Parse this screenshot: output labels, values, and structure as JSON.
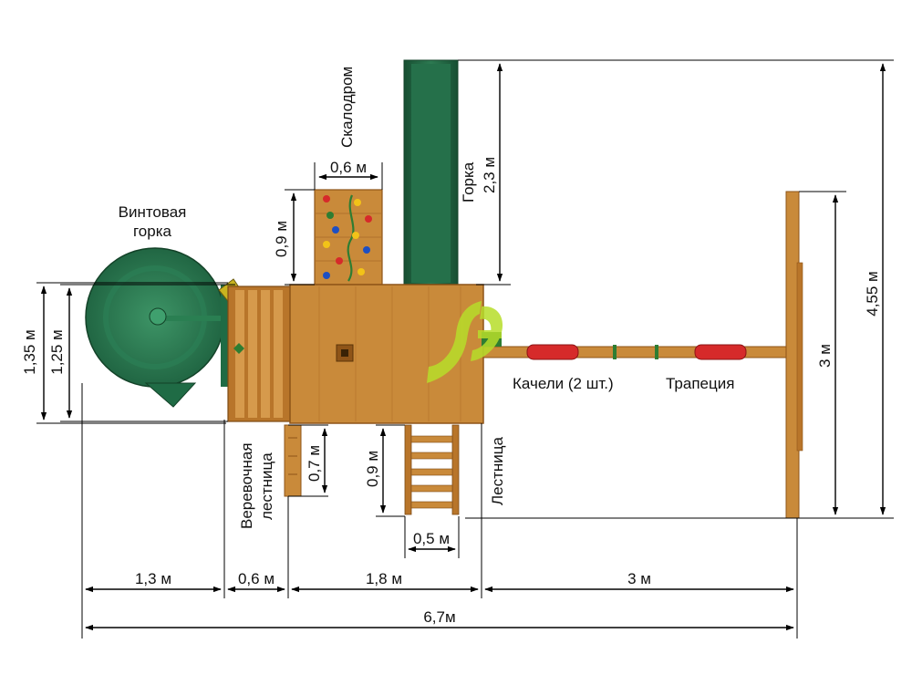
{
  "labels": {
    "spiral_slide": [
      "Винтовая",
      "горка"
    ],
    "climbing_wall": "Скалодром",
    "slide": "Горка",
    "swings": "Качели (2 шт.)",
    "trapeze": "Трапеция",
    "rope_ladder": [
      "Веревочная",
      "лестница"
    ],
    "ladder": "Лестница"
  },
  "dimensions": {
    "wall_width": "0,6 м",
    "wall_height": "0,9 м",
    "slide_length": "2,3 м",
    "spiral_outer": "1,35 м",
    "spiral_inner": "1,25 м",
    "rope_ladder_len": "0,7 м",
    "ladder_len": "0,9 м",
    "ladder_width": "0,5 м",
    "swing_height": "3 м",
    "total_height": "4,55 м",
    "seg_spiral": "1,3 м",
    "seg_rope": "0,6 м",
    "seg_platform": "1,8 м",
    "seg_swing": "3 м",
    "total_width": "6,7м"
  },
  "colors": {
    "wood": "#c98a3a",
    "wood_dark": "#8e5418",
    "green": "#1f6b45",
    "green_light": "#3b8a5e",
    "swing_red": "#d62a2a",
    "logo": "#b7dd2a"
  }
}
